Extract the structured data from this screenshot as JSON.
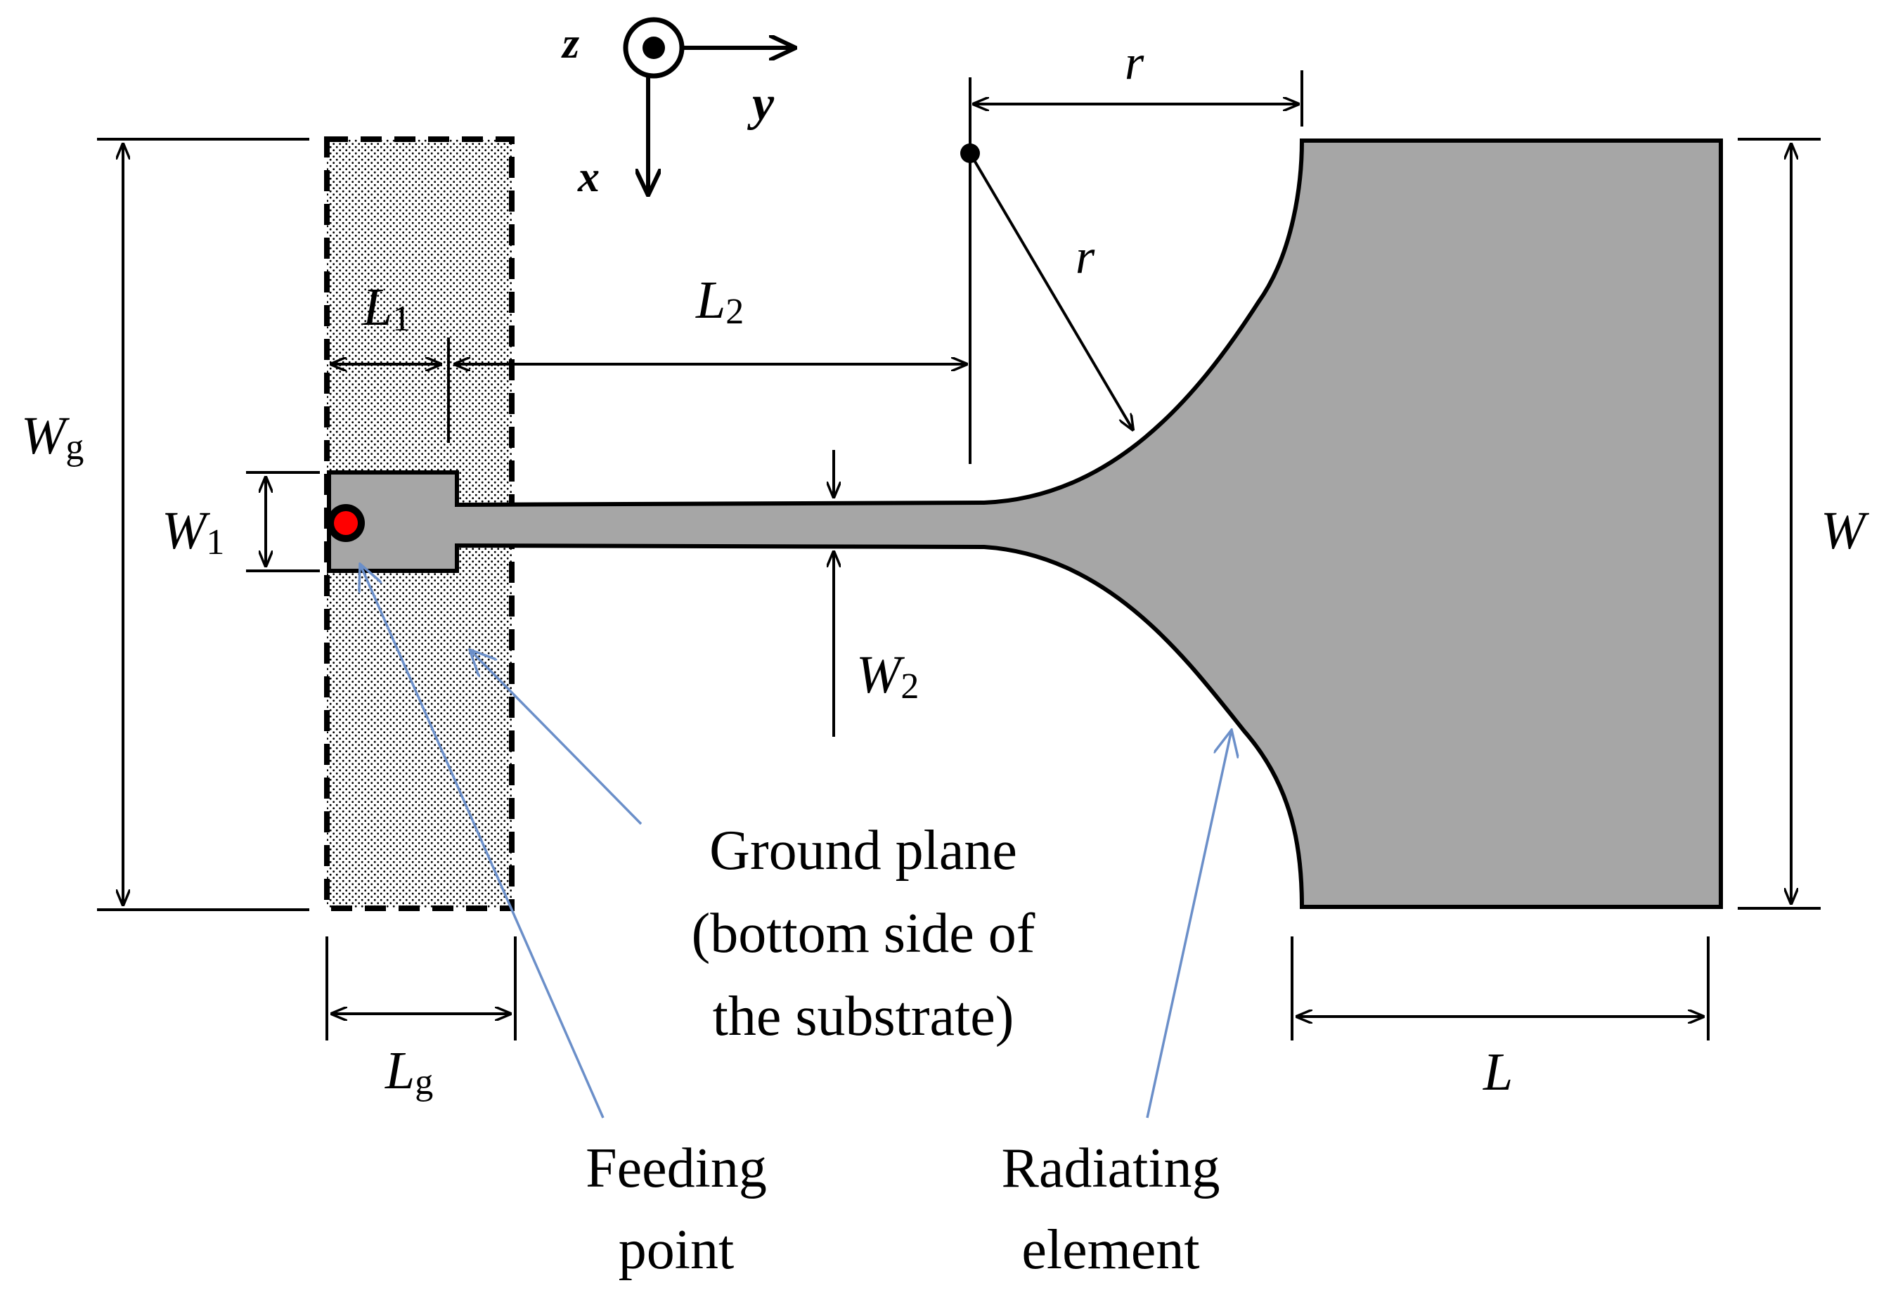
{
  "diagram": {
    "axes": {
      "z": "z",
      "y": "y",
      "x": "x"
    },
    "dimensions": {
      "r_top": "r",
      "r_radius": "r",
      "L1": {
        "main": "L",
        "sub": "1"
      },
      "L2": {
        "main": "L",
        "sub": "2"
      },
      "Wg": {
        "main": "W",
        "sub": "g"
      },
      "W1": {
        "main": "W",
        "sub": "1"
      },
      "W2": {
        "main": "W",
        "sub": "2"
      },
      "W": "W",
      "Lg": {
        "main": "L",
        "sub": "g"
      },
      "L": "L"
    },
    "annotations": {
      "ground_plane": [
        "Ground plane",
        "(bottom side of",
        "the substrate)"
      ],
      "feeding_point": [
        "Feeding",
        "point"
      ],
      "radiating_element": [
        "Radiating",
        "element"
      ]
    },
    "colors": {
      "conductor_fill": "#a6a6a6",
      "feed_dot": "#ff0000",
      "pointer_arrow": "#6b8fc9",
      "ground_dots": "#000000"
    }
  }
}
